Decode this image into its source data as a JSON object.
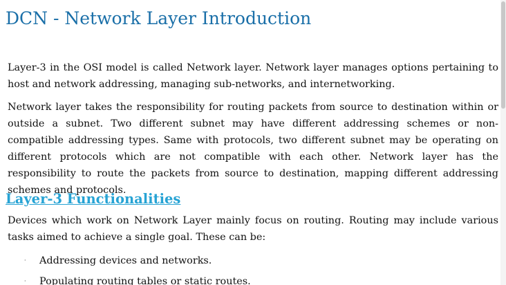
{
  "page": {
    "title": "DCN - Network Layer Introduction"
  },
  "content": {
    "paragraphs": [
      "Layer-3 in the OSI model is called Network layer. Network layer manages options pertaining to host and network addressing, managing sub-networks, and internetworking.",
      "Network layer takes the responsibility for routing packets from source to destination within or outside a subnet. Two different subnet may have different addressing schemes or non-compatible addressing types. Same with protocols, two different subnet may be operating on different protocols which are not compatible with each other. Network layer has the responsibility to route the packets from source to destination, mapping different addressing schemes and protocols."
    ],
    "section_heading": "Layer-3 Functionalities",
    "section_intro": "Devices which work on Network Layer mainly focus on routing. Routing may include various tasks aimed to achieve a single goal. These can be:",
    "list_items": [
      "Addressing devices and networks.",
      "Populating routing tables or static routes."
    ]
  },
  "icons": {
    "bullet": "middle-dot-bullet"
  },
  "colors": {
    "title": "#1a6fa8",
    "section_heading": "#27a3d4",
    "text": "#111111"
  }
}
